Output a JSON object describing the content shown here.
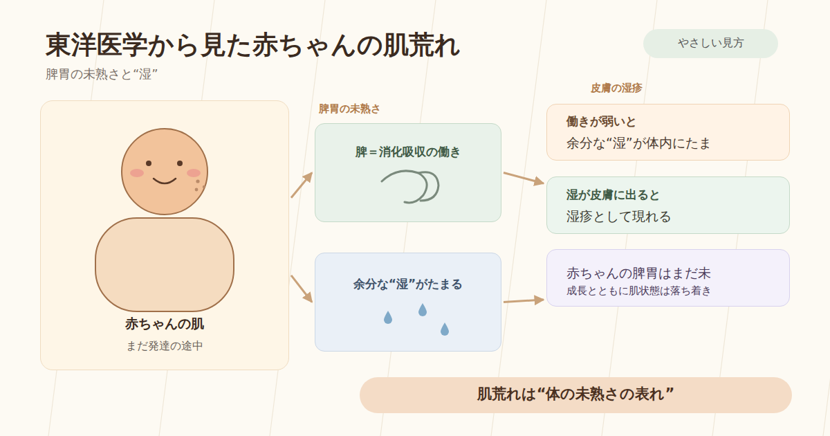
{
  "diagram": {
    "title": "東洋医学から見た赤ちゃんの肌荒れ",
    "nodes": [
      {
        "text": [
          "やさしい見方"
        ]
      },
      {
        "text": [
          "赤ちゃんの肌",
          "まだ発達の途中"
        ]
      },
      {
        "text": [
          "脾胃の未熟さ",
          "脾＝消化吸収の働き"
        ]
      },
      {
        "text": [
          "余分な“湿”がたまる"
        ]
      },
      {
        "text": [
          "皮膚の湿疹",
          "働きが弱いと",
          "余分な“湿”が体内にたま"
        ]
      },
      {
        "text": [
          "湿が皮膚に出ると",
          "湿疹として現れる"
        ]
      },
      {
        "text": [
          "赤ちゃんの脾胃はまだ未",
          "成長とともに肌状態は落ち着き"
        ]
      },
      {
        "text": [
          "肌荒れは“体の未熟さの表れ”"
        ]
      }
    ],
    "edges": [
      {
        "from": 1,
        "to": 2,
        "arrow": "to"
      },
      {
        "from": 1,
        "to": 3,
        "arrow": "to"
      },
      {
        "from": 2,
        "to": 5,
        "arrow": "to"
      },
      {
        "from": 3,
        "to": 6,
        "arrow": "to"
      }
    ],
    "labels": [
      "脾胃の未熟さと“湿”"
    ]
  }
}
